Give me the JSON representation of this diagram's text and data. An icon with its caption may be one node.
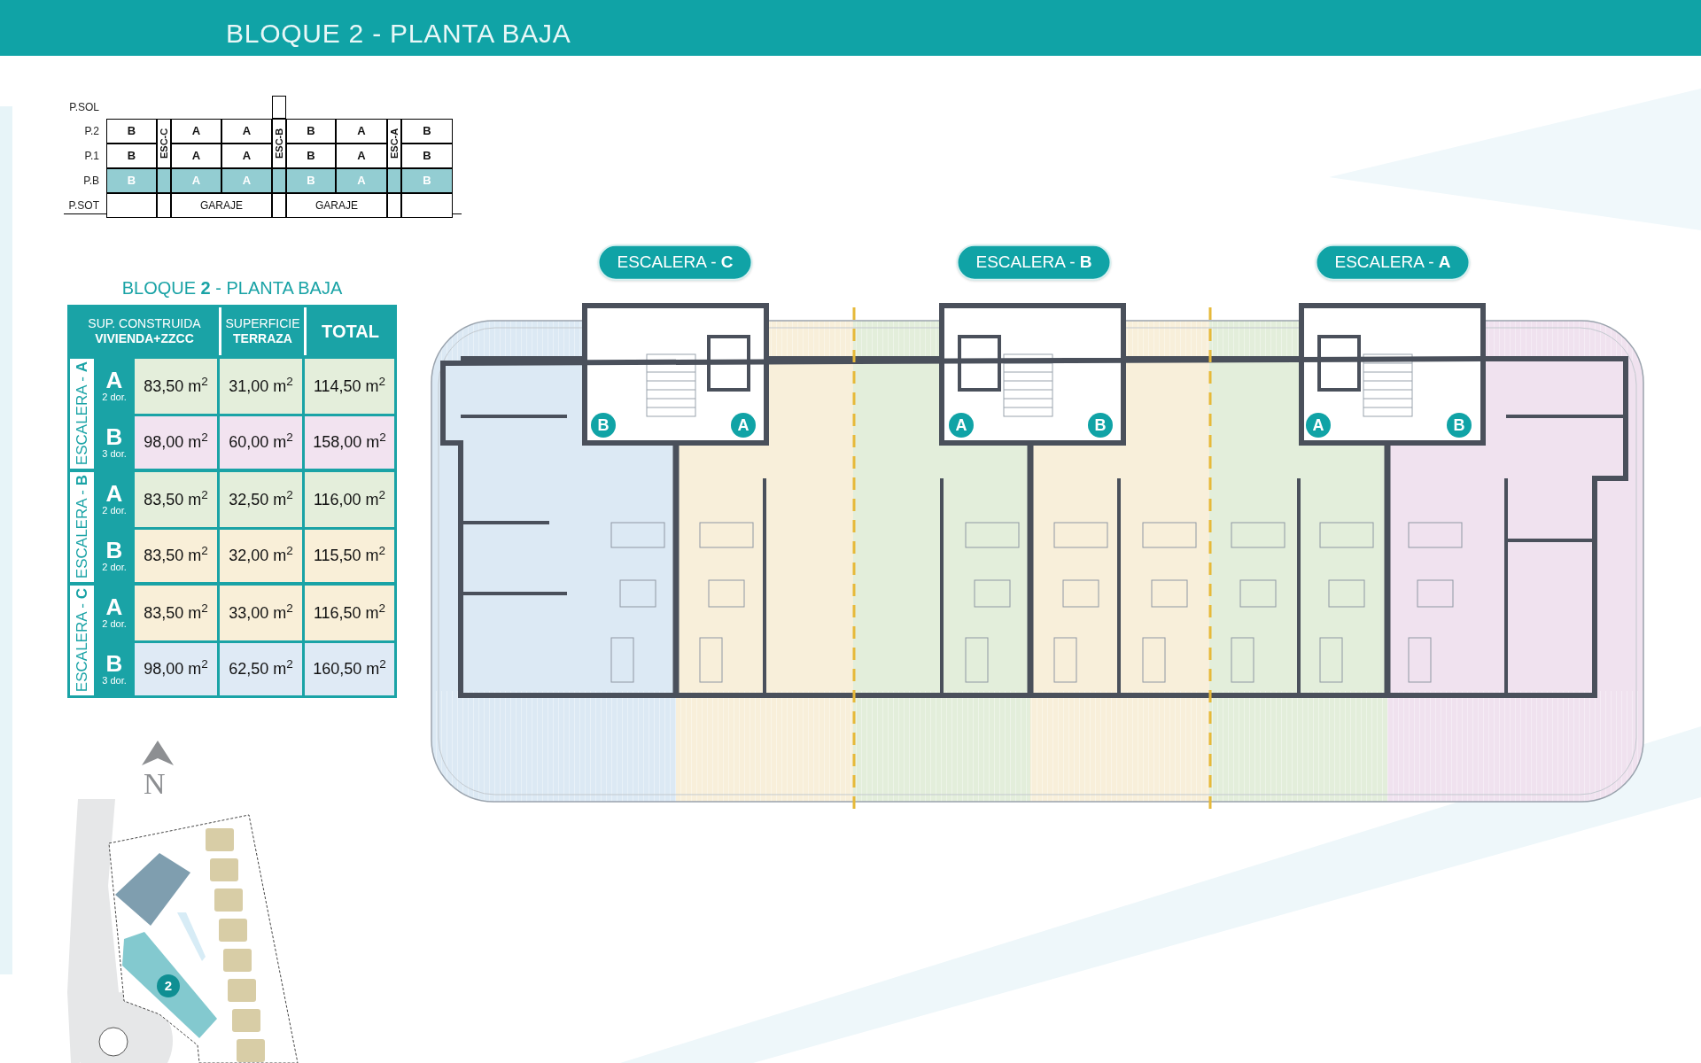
{
  "diagram": {
    "title": "BLOQUE 2 - PLANTA BAJA",
    "nodes": [
      {
        "text": [
          "ESCALERA - **C**"
        ]
      },
      {
        "text": [
          "ESCALERA - **B**"
        ]
      },
      {
        "text": [
          "ESCALERA - **A**"
        ]
      },
      {
        "text": [
          "B"
        ]
      },
      {
        "text": [
          "A"
        ]
      },
      {
        "text": [
          "A"
        ]
      },
      {
        "text": [
          "B"
        ]
      },
      {
        "text": [
          "A"
        ]
      },
      {
        "text": [
          "B"
        ]
      }
    ],
    "labels": [
      "P.SOL",
      "P.2",
      "B",
      "ESC-C",
      "A",
      "A",
      "ESC-B",
      "B",
      "A",
      "ESC-A",
      "B",
      "P.1",
      "B",
      "A",
      "A",
      "B",
      "A",
      "B",
      "P.B",
      "B",
      "A",
      "A",
      "B",
      "A",
      "B",
      "P.SOT",
      "GARAJE",
      "GARAJE",
      "BLOQUE **2** - PLANTA BAJA",
      "SUP. CONSTRUIDA **VIVIENDA+ZZCC**",
      "SUPERFICIE **TERRAZA**",
      "TOTAL",
      "ESCALERA - **A**",
      "A",
      "2 dor.",
      "83,50 m$^{2}$",
      "31,00 m$^{2}$",
      "114,50 m$^{2}$",
      "B",
      "3 dor.",
      "98,00 m$^{2}$",
      "60,00 m$^{2}$",
      "158,00 m$^{2}$",
      "ESCALERA - **B**",
      "A",
      "2 dor.",
      "83,50 m$^{2}$",
      "32,50 m$^{2}$",
      "116,00 m$^{2}$",
      "B",
      "2 dor.",
      "83,50 m$^{2}$",
      "32,00 m$^{2}$",
      "115,50 m$^{2}$",
      "ESCALERA - **C**",
      "A",
      "2 dor.",
      "83,50 m$^{2}$",
      "33,00 m$^{2}$",
      "116,50 m$^{2}$",
      "B",
      "3 dor.",
      "98,00 m$^{2}$",
      "62,50 m$^{2}$",
      "160,50 m$^{2}$",
      "N",
      "2"
    ]
  }
}
